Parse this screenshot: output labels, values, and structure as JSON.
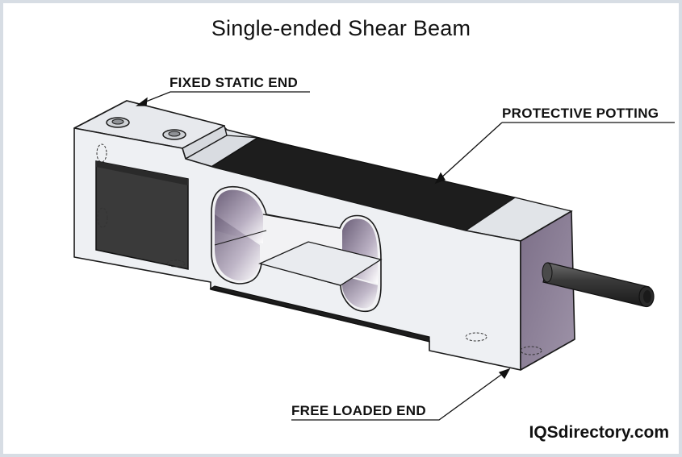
{
  "title": "Single-ended Shear Beam",
  "labels": {
    "fixed_end": "FIXED STATIC END",
    "potting": "PROTECTIVE POTTING",
    "free_end": "FREE LOADED END"
  },
  "brand": "IQSdirectory.com",
  "colors": {
    "body_front": "#eef0f3",
    "body_top": "#e3e6ea",
    "end_face": "#8c7f96",
    "potting": "#1d1d1d",
    "outline": "#1a1a1a"
  }
}
